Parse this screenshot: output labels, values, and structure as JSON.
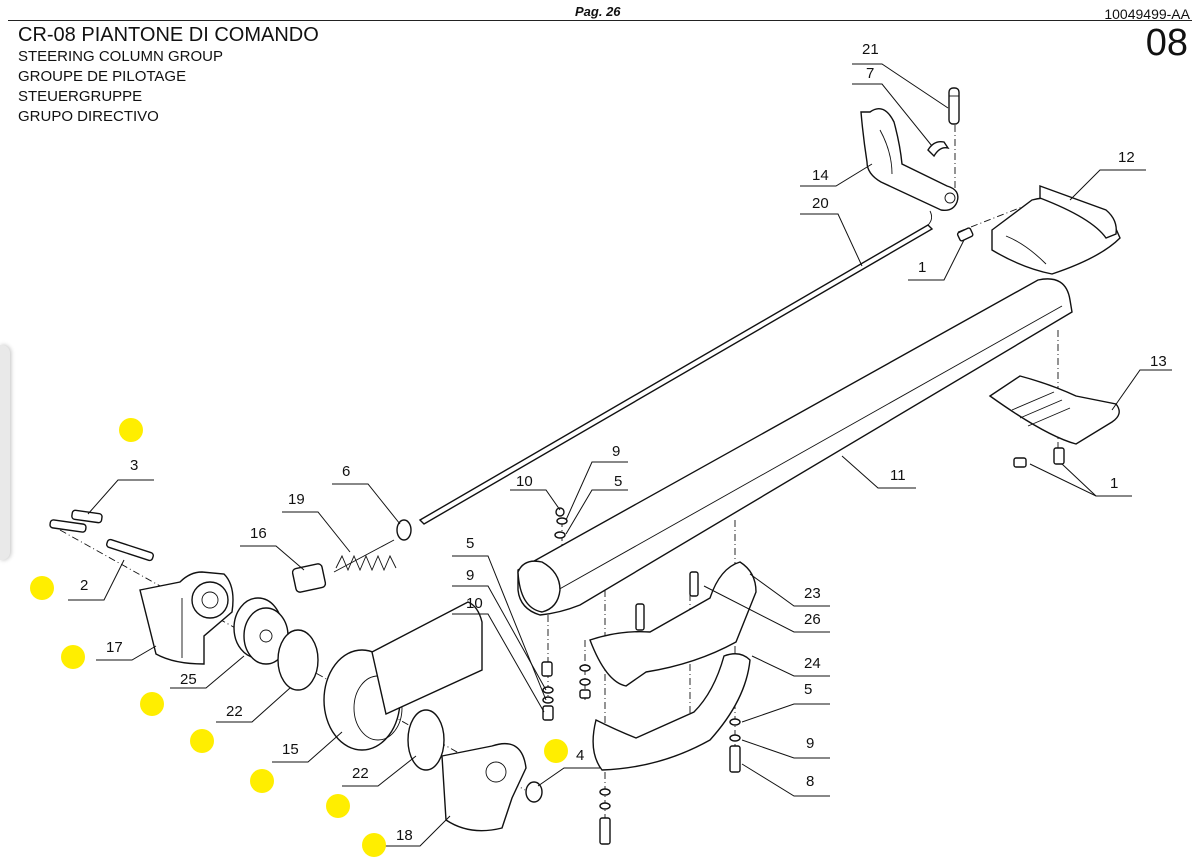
{
  "header": {
    "page": "Pag. 26",
    "doc_code": "10049499-AA",
    "section_number": "08",
    "title": "CR-08 PIANTONE DI COMANDO",
    "subtitles": [
      "STEERING COLUMN GROUP",
      "GROUPE DE PILOTAGE",
      "STEUERGRUPPE",
      "GRUPO DIRECTIVO"
    ]
  },
  "callouts": [
    "21",
    "7",
    "12",
    "14",
    "20",
    "1",
    "13",
    "11",
    "9",
    "10",
    "5",
    "1",
    "3",
    "6",
    "19",
    "16",
    "2",
    "17",
    "25",
    "5",
    "9",
    "10",
    "22",
    "15",
    "22",
    "18",
    "23",
    "26",
    "24",
    "5",
    "9",
    "8",
    "4"
  ],
  "colors": {
    "marker": "#ffee00",
    "line": "#111111"
  }
}
